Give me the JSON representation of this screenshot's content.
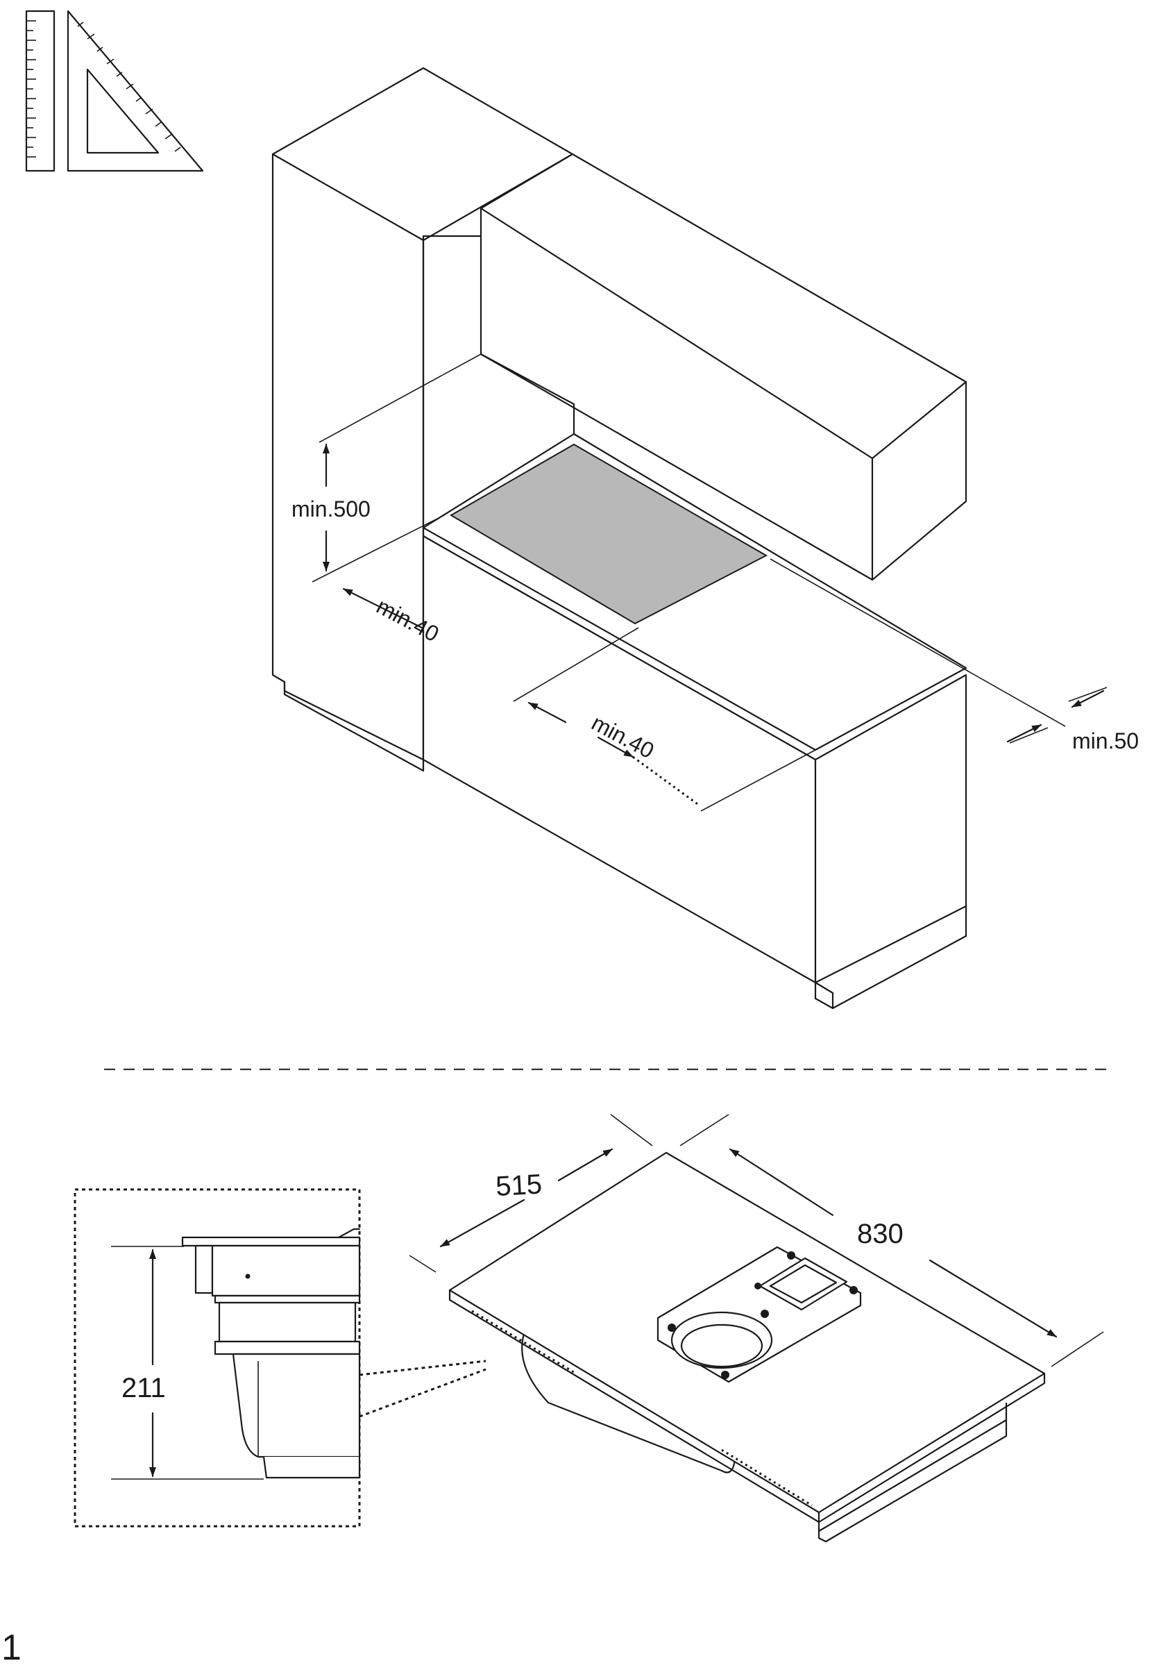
{
  "clearances": {
    "above_hob": "min.500",
    "side_left": "min.40",
    "front": "min.40",
    "rear": "min.50"
  },
  "product_dimensions": {
    "depth": "515",
    "width": "830",
    "height": "211"
  },
  "page_number": "1",
  "icons": [
    "ruler-icon",
    "set-square-icon"
  ]
}
